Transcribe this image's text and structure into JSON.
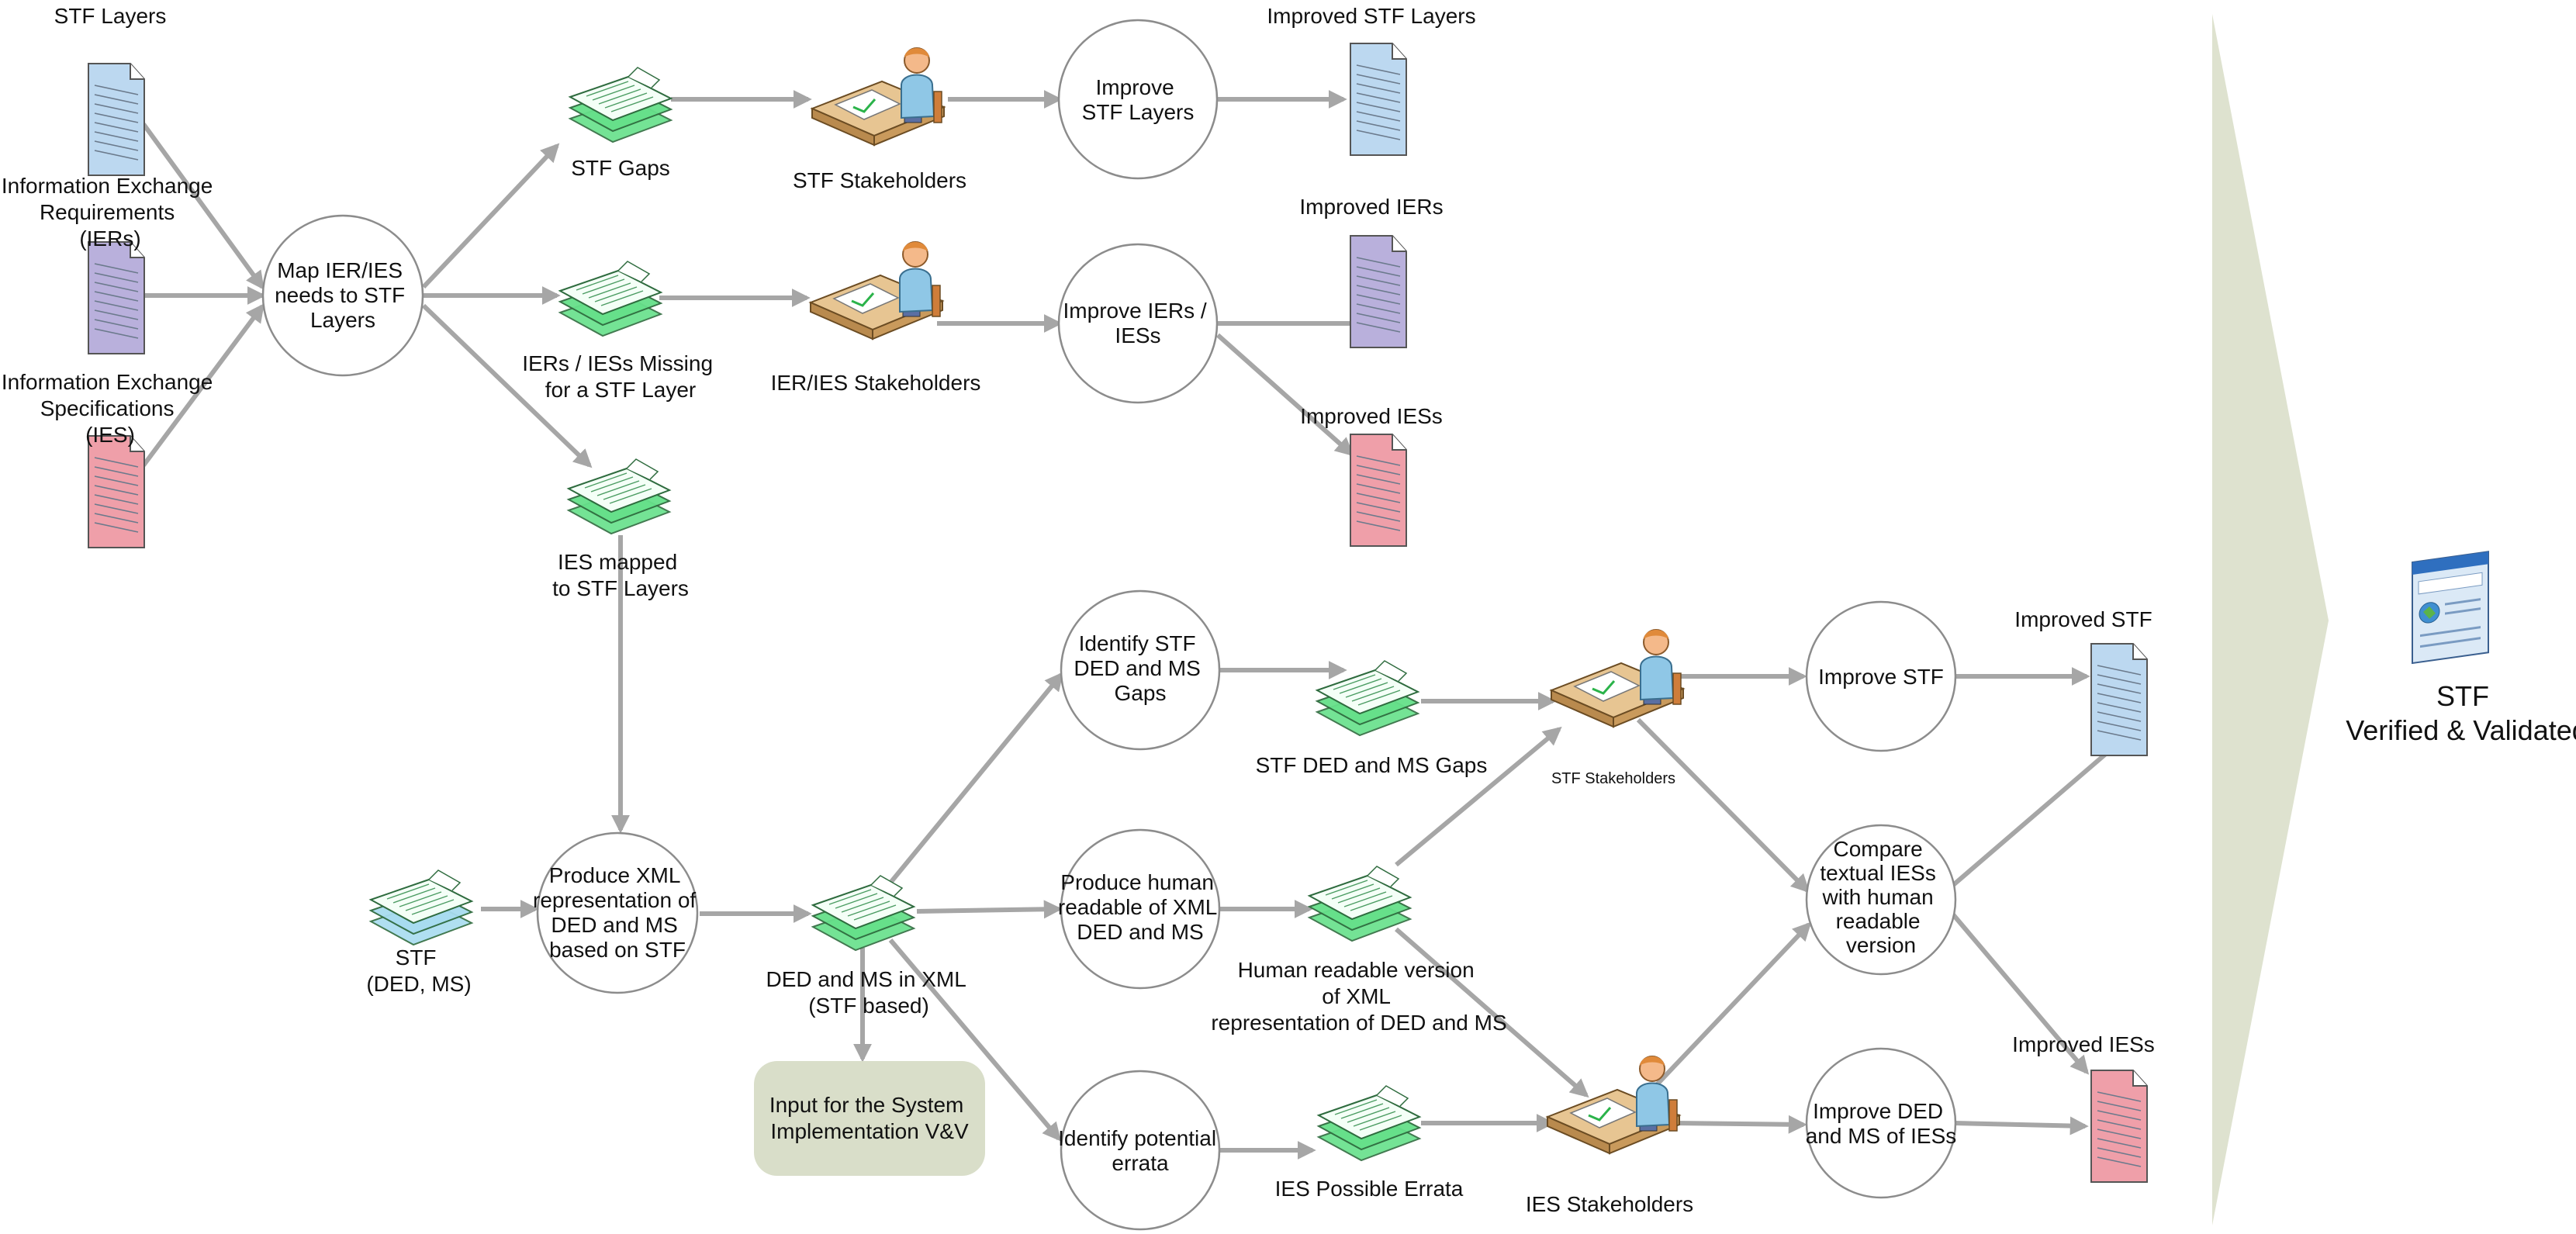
{
  "colors": {
    "arrow": "#a6a6a6",
    "banner": "#dee2cf",
    "callout_fill": "#d9dec9",
    "doc_blue": "#bcd8f0",
    "doc_purple": "#b9b0dc",
    "doc_red": "#ef9fa9",
    "stack_green": "#66e08a",
    "stack_blue": "#a8dcf0"
  },
  "icons": {
    "document": "document-icon",
    "stack": "stacked-documents-icon",
    "stakeholder": "person-at-desk-icon",
    "final": "application-window-icon"
  },
  "inputs": {
    "stf_layers": "STF Layers",
    "ier": [
      "Information Exchange",
      "Requirements",
      "(IERs)"
    ],
    "ies": [
      "Information Exchange",
      "Specifications",
      "(IES)"
    ],
    "stf": [
      "STF",
      "(DED, MS)"
    ]
  },
  "processes": {
    "map": [
      "Map IER/IES",
      "needs to STF",
      "Layers"
    ],
    "improve_stf_layers": [
      "Improve",
      "STF Layers"
    ],
    "improve_iers": [
      "Improve IERs /",
      "IESs"
    ],
    "produce_xml": [
      "Produce XML",
      "representation of",
      "DED and MS",
      "based on STF"
    ],
    "identify_gaps": [
      "Identify STF",
      "DED and MS",
      "Gaps"
    ],
    "produce_human": [
      "Produce human",
      "readable of XML",
      "DED and MS"
    ],
    "identify_errata": [
      "Identify potential",
      "errata"
    ],
    "improve_stf": [
      "Improve STF"
    ],
    "compare": [
      "Compare",
      "textual  IESs",
      "with human",
      "readable",
      "version"
    ],
    "improve_ded": [
      "Improve DED",
      "and MS of IESs"
    ]
  },
  "artifacts": {
    "stf_gaps": [
      "STF Gaps"
    ],
    "missing": [
      "IERs / IESs Missing",
      "for a STF Layer"
    ],
    "ies_mapped": [
      "IES mapped",
      "to STF Layers"
    ],
    "ded_xml": [
      "DED and MS in XML",
      "(STF based)"
    ],
    "ded_gaps": [
      "STF DED and MS Gaps"
    ],
    "human_version": [
      "Human readable version",
      "of XML",
      "representation of DED and MS"
    ],
    "errata": [
      "IES Possible Errata"
    ]
  },
  "stakeholders": {
    "stf_top": "STF Stakeholders",
    "ier_ies": "IER/IES Stakeholders",
    "stf_mid": "STF Stakeholders",
    "ies": "IES Stakeholders"
  },
  "outputs": {
    "improved_stf_layers": "Improved STF Layers",
    "improved_iers": "Improved IERs",
    "improved_iess_top": "Improved IESs",
    "improved_stf": "Improved STF",
    "improved_iess_bottom": "Improved IESs"
  },
  "callout": [
    "Input for the System",
    "Implementation  V&V"
  ],
  "final": [
    "STF",
    "Verified & Validated"
  ]
}
